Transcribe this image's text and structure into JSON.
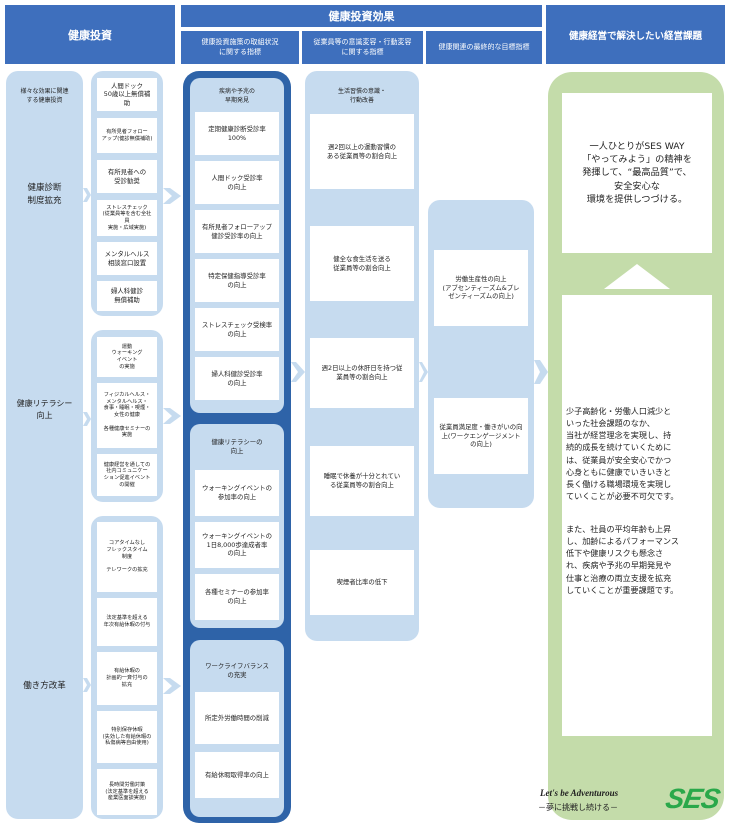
{
  "headers": {
    "col1": "健康投資",
    "effect": "健康投資効果",
    "sub1": "健康投資施策の取組状況\nに関する指標",
    "sub2": "従業員等の意識変容・行動変容\nに関する指標",
    "sub3": "健康関連の最終的な目標指標",
    "col5": "健康経営で解決したい経営課題"
  },
  "col1": {
    "title": "様々な効果に関連\nする健康投資",
    "labels": [
      "健康診断\n制度拡充",
      "健康リテラシー\n向上",
      "働き方改革"
    ]
  },
  "col2": {
    "group1": [
      "人間ドック\n50歳以上無償補助",
      "有所見者フォロー\nアップ(健診無償補助)",
      "有所見者への\n受診勧奨",
      "ストレスチェック\n(従業員等を含む全社員\n実施・広域実施)",
      "メンタルヘルス\n相談窓口設置",
      "婦人科健診\n無償補助"
    ],
    "group2": [
      "運動\nウォーキング\nイベント\nの実施",
      "フィジカルヘルス・\nメンタルヘルス・\n食事・睡眠・喫煙・\n女性の健康\n\n各種健康セミナーの\n実施",
      "健康経営を通しての\n社内コミュニケー\nション促進イベント\nの開催"
    ],
    "group3": [
      "コアタイムなし\nフレックスタイム\n制度\n\nテレワークの拡充",
      "法定基準を超える\n年次有給休暇の付与",
      "有給休暇の\n計画的一斉付与の\n拡充",
      "特別保存休暇\n(失効した有給休暇の\n私傷病等自由使用)",
      "長時間労働対策\n(法定基準を超える\n産業医面談実施)"
    ]
  },
  "col3": {
    "group1_title": "疾病や予兆の\n早期発見",
    "group1": [
      "定期健康診断受診率\n100%",
      "人間ドック受診率\nの向上",
      "有所見者フォローアップ\n健診受診率の向上",
      "特定保健指導受診率\nの向上",
      "ストレスチェック受検率\nの向上",
      "婦人科健診受診率\nの向上"
    ],
    "group2_title": "健康リテラシーの\n向上",
    "group2": [
      "ウォーキングイベントの\n参加率の向上",
      "ウォーキングイベントの\n1日8,000歩達成者率\nの向上",
      "各種セミナーの参加率\nの向上"
    ],
    "group3_title": "ワークライフバランス\nの充実",
    "group3": [
      "所定外労働時間の削減",
      "有給休暇取得率の向上"
    ]
  },
  "col4": {
    "title": "生活習慣の意識・\n行動改善",
    "items": [
      "週2回以上の運動習慣の\nある従業員等の割合向上",
      "健全な食生活を送る\n従業員等の割合向上",
      "週2日以上の休肝日を持つ従\n業員等の割合向上",
      "睡眠で休養が十分とれてい\nる従業員等の割合向上",
      "喫煙者比率の低下"
    ]
  },
  "col5": {
    "items": [
      "労働生産性の向上\n(アブセンティーズム&プレ\nゼンティーズムの向上)",
      "従業員満足度・働きがいの向\n上(ワークエンゲージメント\nの向上)"
    ]
  },
  "col6": {
    "top": "一人ひとりがSES WAY\n「やってみよう」の精神を\n発揮して、“最高品質”で、\n安全安心な\n環境を提供しつづける。",
    "bottom1": "少子高齢化・労働人口減少と\nいった社会課題のなか、\n当社が経営理念を実現し、持\n続的成長を続けていくために\nは、従業員が安全安心でかつ\n心身ともに健康でいきいきと\n長く働ける職場環境を実現し\nていくことが必要不可欠です。",
    "bottom2": "また、社員の平均年齢も上昇\nし、加齢によるパフォーマンス\n低下や健康リスクも懸念さ\nれ、疾病や予兆の早期発見や\n仕事と治療の両立支援を拡充\nしていくことが重要課題です。"
  },
  "brand": {
    "tagline": "Let's be Adventurous",
    "subline": "－夢に挑戦し続ける－",
    "logo": "SES"
  },
  "colors": {
    "header_blue": "#3e6fbd",
    "light_blue": "#c6dbef",
    "dark_blue": "#2e63a8",
    "green": "#c4dcaa",
    "logo_green": "#2aa84a"
  }
}
